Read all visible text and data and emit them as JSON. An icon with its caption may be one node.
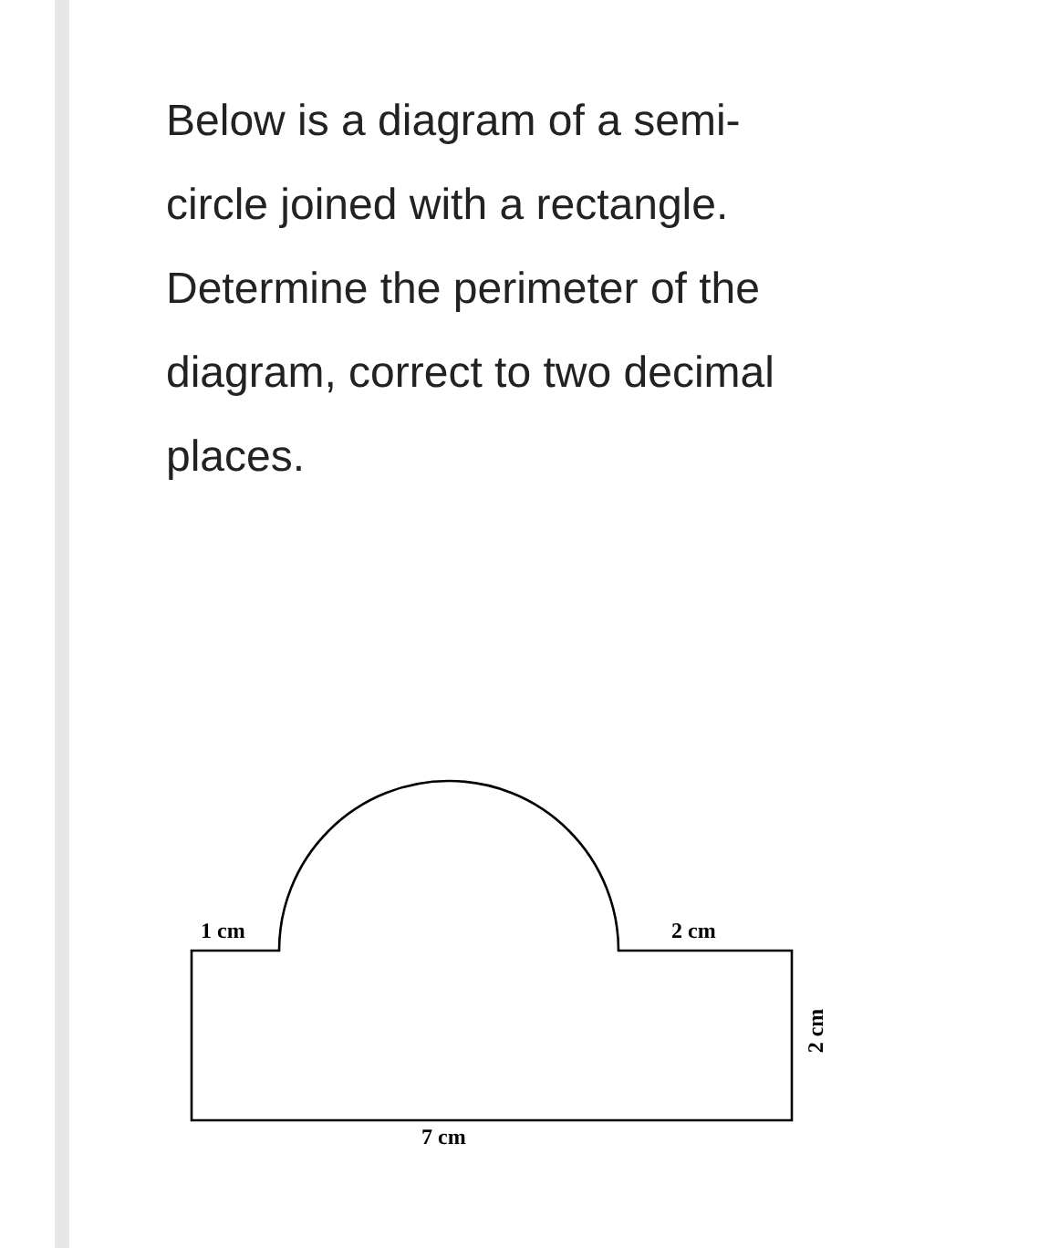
{
  "diagram": {
    "caption": "Below is a diagram of a semi-circle joined with a rectangle. Determine the perimeter of the diagram, correct to two decimal places.",
    "labels": [
      "1 cm",
      "2 cm",
      "2 cm",
      "7 cm"
    ]
  }
}
